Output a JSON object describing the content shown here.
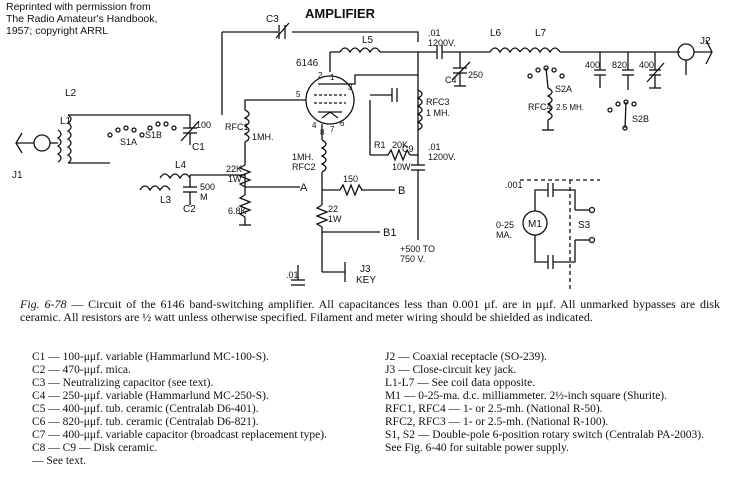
{
  "credit": {
    "line1": "Reprinted with permission from",
    "line2": "The Radio Amateur's Handbook,",
    "line3": "1957; copyright ARRL"
  },
  "diagram": {
    "title": "AMPLIFIER",
    "labels": {
      "c3": "C3",
      "l5": "L5",
      "tube": "6146",
      "c8": ".01\n1200V.",
      "l6": "L6",
      "l7": "L7",
      "j2": "J2",
      "c4": "250",
      "c4_name": "C4",
      "c5_val": "400",
      "c6_val": "820",
      "c7_val": "400",
      "s2a": "S2A",
      "s2b": "S2B",
      "rfc4": "RFC4",
      "rfc4_val": "2.5 MH.",
      "rfc3": "RFC3",
      "rfc3_val": "1 MH.",
      "r1": "R1",
      "r1_val": "20K",
      "r1_w": "10W",
      "c9": "C9",
      "c9_val": ".01\n1200V.",
      "rfc1": "RFC1",
      "rfc1_val": "1MH.",
      "rfc2": "RFC2",
      "rfc2_val": "1MH.",
      "r22k": "22K",
      "r22k_w": "1W",
      "r68k": "6.8K",
      "r150": "150",
      "r22": "22",
      "r22_w": "1W",
      "b_label": "B",
      "a_label": "A",
      "b1_label": "B1",
      "j3": "J3",
      "j3_key": "KEY",
      "hv": "+500 TO\n750 V.",
      "l1": "L1",
      "l2": "L2",
      "l3": "L3",
      "l4": "L4",
      "j1": "J1",
      "c1": "C1",
      "c1_val": "100",
      "c2": "C2",
      "c2_val": "500\nM",
      "s1a": "S1A",
      "s1b": "S1B",
      "dot01": ".001",
      "dot01b": ".01",
      "meter": "M1",
      "meter_range": "0-25\nMA.",
      "s3": "S3",
      "pin5": "5",
      "pin1": "1",
      "pin2": "2",
      "pin3": "3",
      "pin4": "4",
      "pin6": "6",
      "pin7": "7",
      "pin8": "8"
    }
  },
  "caption": {
    "fig": "Fig. 6-78",
    "text": " — Circuit of the 6146 band-switching amplifier. All capacitances less than 0.001 μf. are in μμf. All unmarked bypasses are disk ceramic. All resistors are ½ watt unless otherwise specified. Filament and meter wiring should be shielded as indicated."
  },
  "parts_left": [
    "C1 — 100-μμf. variable (Hammarlund MC-100-S).",
    "C2 — 470-μμf. mica.",
    "C3 — Neutralizing capacitor (see text).",
    "C4 — 250-μμf. variable (Hammarlund MC-250-S).",
    "C5 — 400-μμf. tub. ceramic (Centralab D6-401).",
    "C6 — 820-μμf. tub. ceramic (Centralab D6-821).",
    "C7 — 400-μμf. variable capacitor (broadcast replacement type).",
    "C8 — C9 — Disk ceramic.",
    "— See text."
  ],
  "parts_right": [
    "J2 — Coaxial receptacle (SO-239).",
    "J3 — Close-circuit key jack.",
    "L1-L7 — See coil data opposite.",
    "M1 — 0-25-ma. d.c. milliammeter. 2½-inch square (Shurite).",
    "RFC1, RFC4 — 1- or 2.5-mh. (National R-50).",
    "RFC2, RFC3 — 1- or 2.5-mh. (National R-100).",
    "S1, S2 — Double-pole 6-position rotary switch (Centralab PA-2003).",
    "See Fig. 6-40 for suitable power supply."
  ]
}
